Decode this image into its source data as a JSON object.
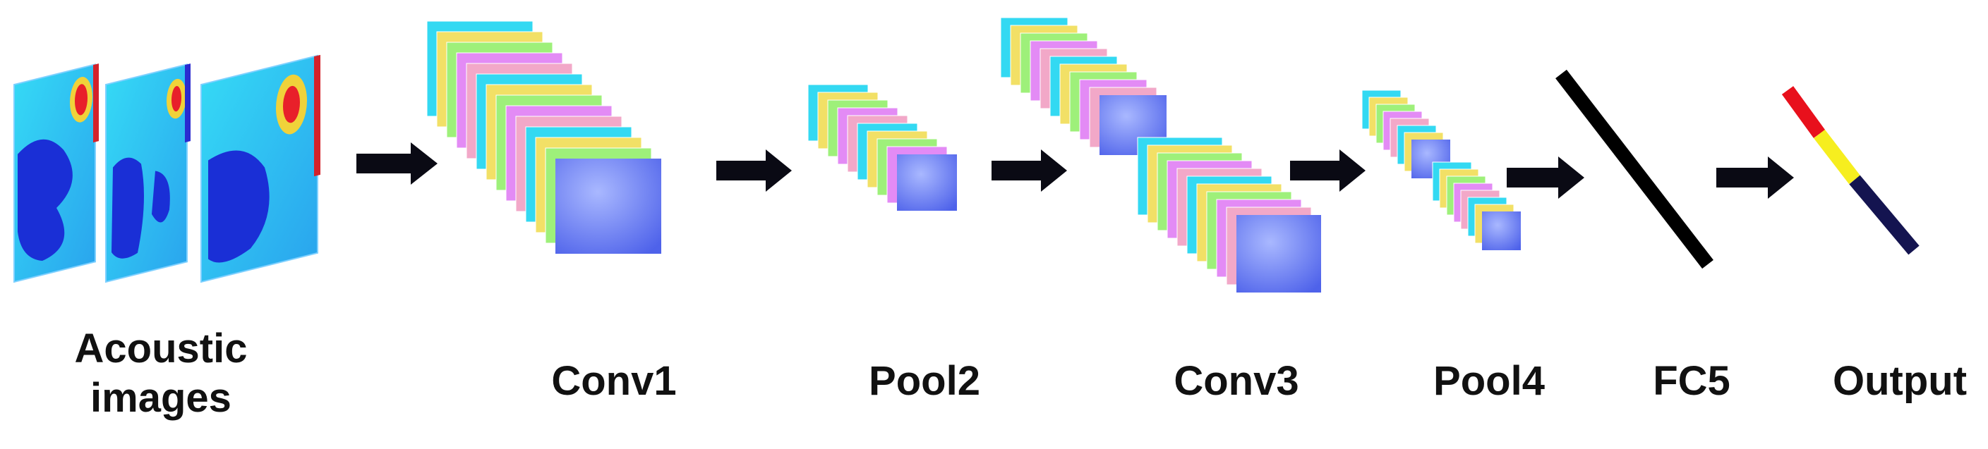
{
  "diagram": {
    "stages": [
      {
        "id": "input",
        "label_line1": "Acoustic",
        "label_line2": "images"
      },
      {
        "id": "conv1",
        "label": "Conv1"
      },
      {
        "id": "pool2",
        "label": "Pool2"
      },
      {
        "id": "conv3",
        "label": "Conv3"
      },
      {
        "id": "pool4",
        "label": "Pool4"
      },
      {
        "id": "fc5",
        "label": "FC5"
      },
      {
        "id": "output",
        "label": "Output"
      }
    ],
    "colors": {
      "arrow": "#0a0a14",
      "fc": "#000000",
      "output_segments": [
        "#e8101c",
        "#f6ee1f",
        "#141450"
      ],
      "feature_map_front": "#6a7cf0",
      "feature_map_stripes": [
        "#33d9f2",
        "#f2e066",
        "#9ef07a",
        "#e38bf5",
        "#f2a8c8"
      ]
    },
    "input_image_count": 3
  }
}
